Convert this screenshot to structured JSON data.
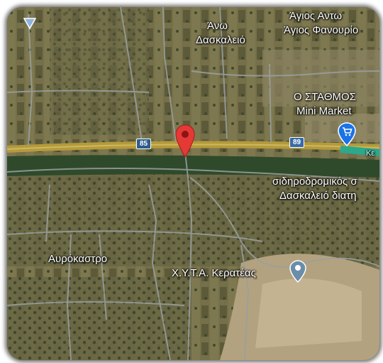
{
  "map": {
    "places": {
      "ano_daskaleio_line1": "Άνω",
      "ano_daskaleio_line2": "Δασκαλειό",
      "agios_antonios": "Άγιος Αντω",
      "agios_fanourios": "Άγιος Φανουρίο",
      "o_stathmos_line1": "Ο ΣΤΑΘΜΟΣ",
      "o_stathmos_line2": "Mini Market",
      "railway_line1": "σιδηροδρομικός σ",
      "railway_line2": "Δασκαλειό διατη",
      "avrokastro": "Αυρόκαστρο",
      "xyta": "Χ.Υ.Τ.Α. Κερατέας",
      "road_edge": "Κε"
    },
    "roads": {
      "shield_85": "85",
      "shield_89": "89"
    },
    "colors": {
      "highway": "#b49a3c",
      "vegetation": "#2f4a2b",
      "pin": "#e53935",
      "shopping_pin": "#1a73e8",
      "poi_pin": "#6b8da8"
    },
    "icons": {
      "location_pin": "red-location-pin-icon",
      "shopping": "shopping-cart-icon",
      "poi": "grey-place-pin-icon"
    }
  }
}
